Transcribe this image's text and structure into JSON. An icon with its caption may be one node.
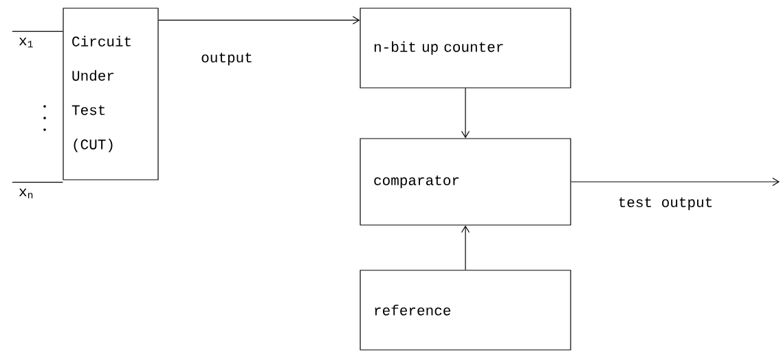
{
  "diagram": {
    "nodes": [
      {
        "text": [
          "Circuit Under Test (CUT)"
        ]
      },
      {
        "text": [
          "n-bit up counter"
        ]
      },
      {
        "text": [
          "comparator"
        ]
      },
      {
        "text": [
          "reference"
        ]
      },
      {
        "text": [
          "x$_{1}$"
        ]
      },
      {
        "text": [
          "x$_{n}$"
        ]
      }
    ],
    "edges": [
      {
        "from": 4,
        "to": 0,
        "arrow": "none"
      },
      {
        "from": 5,
        "to": 0,
        "arrow": "none"
      },
      {
        "from": 0,
        "to": 1,
        "arrow": "to",
        "label": "output"
      },
      {
        "from": 1,
        "to": 2,
        "arrow": "to"
      },
      {
        "from": 3,
        "to": 2,
        "arrow": "to"
      },
      {
        "from": 2,
        "to": null,
        "arrow": "to",
        "label": "test output"
      }
    ]
  }
}
